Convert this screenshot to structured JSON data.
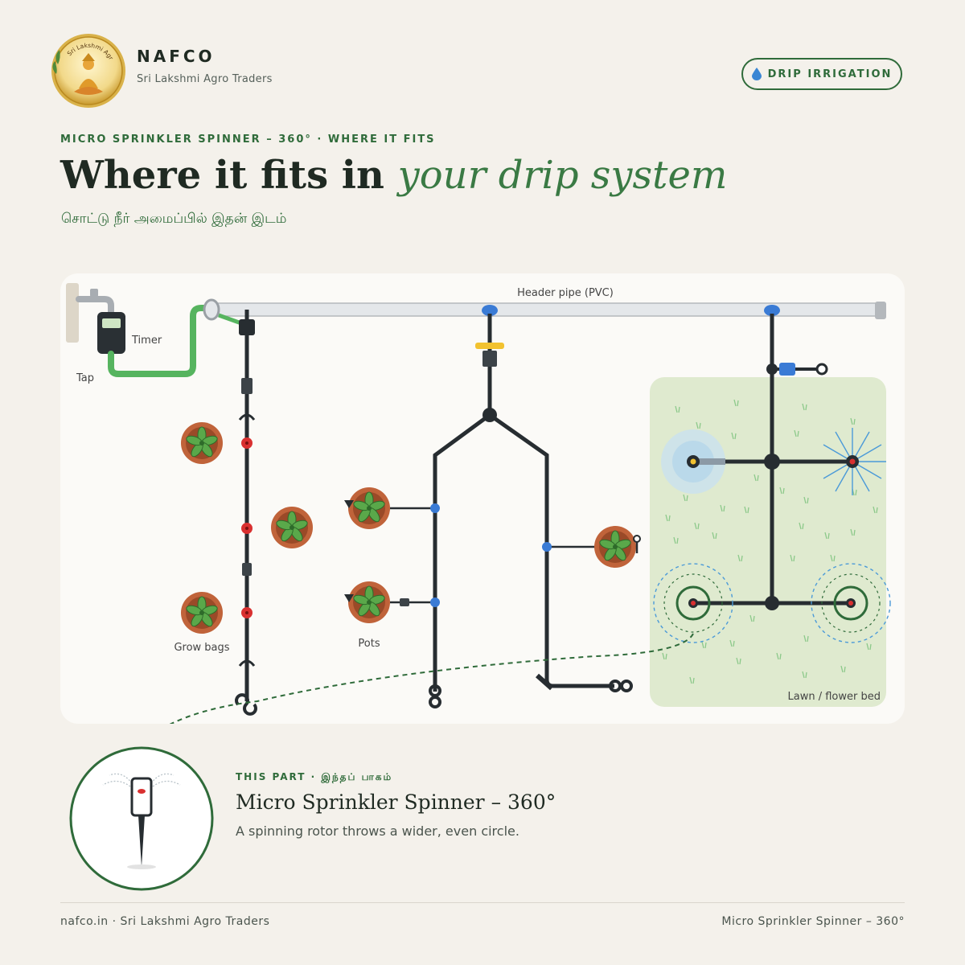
{
  "brand": {
    "name": "NAFCO",
    "subtitle": "Sri Lakshmi Agro Traders",
    "logo_text": "Sri Lakshmi Agro"
  },
  "badge": {
    "label": "DRIP IRRIGATION",
    "icon": "water-drop-icon"
  },
  "header": {
    "kicker": "MICRO SPRINKLER SPINNER – 360° · WHERE IT FITS",
    "title_plain": "Where it fits in ",
    "title_emphasis": "your drip system",
    "subtitle_tamil": "சொட்டு நீர் அமைப்பில் இதன் இடம்"
  },
  "diagram": {
    "labels": {
      "header_pipe": "Header pipe (PVC)",
      "timer": "Timer",
      "tap": "Tap",
      "grow_bags": "Grow bags",
      "pots": "Pots",
      "lawn": "Lawn / flower bed"
    }
  },
  "part": {
    "kicker": "THIS PART",
    "kicker_tamil": "· இந்தப் பாகம்",
    "name": "Micro Sprinkler Spinner – 360°",
    "description": "A spinning rotor throws a wider, even circle."
  },
  "footer": {
    "site": "nafco.in",
    "separator": "·",
    "company": "Sri Lakshmi Agro Traders",
    "product": "Micro Sprinkler Spinner – 360°"
  },
  "colors": {
    "accent_green": "#2f6b3a",
    "pipe_dark": "#272d31",
    "connector_blue": "#3a7bd5",
    "dripper_red": "#d93030",
    "hose_green": "#56b45f",
    "lawn_bg": "#dfeacf",
    "panel_bg": "#fbfaf7"
  }
}
